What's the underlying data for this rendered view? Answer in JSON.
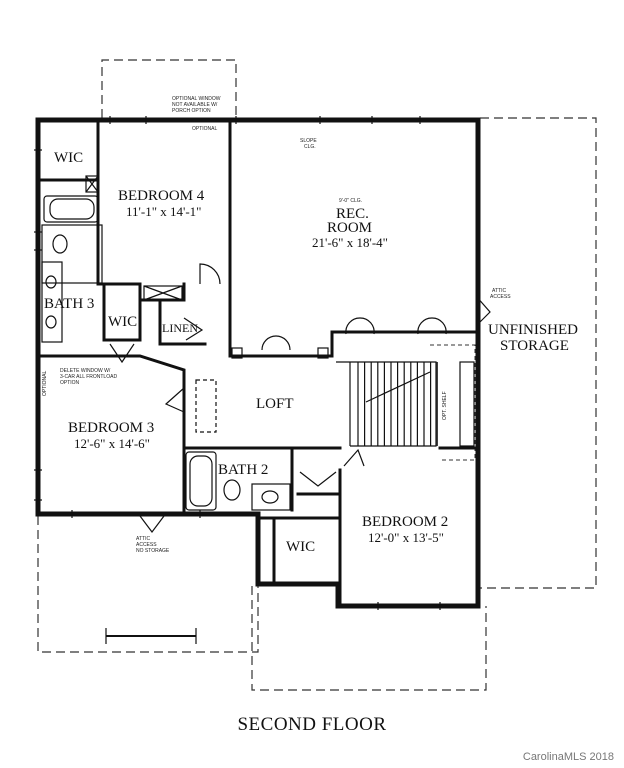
{
  "floor_title": "SECOND FLOOR",
  "watermark": "CarolinaMLS 2018",
  "rooms": {
    "bedroom4": {
      "name": "BEDROOM 4",
      "dims": "11'-1\" x 14'-1\""
    },
    "rec_room": {
      "name_line1": "REC.",
      "name_line2": "ROOM",
      "dims": "21'-6\" x 18'-4\"",
      "ceiling": "9'-0\" CLG."
    },
    "bath3": {
      "name": "BATH 3"
    },
    "wic_top": {
      "name": "WIC"
    },
    "wic_mid": {
      "name": "WIC"
    },
    "linen": {
      "name": "LINEN"
    },
    "loft": {
      "name": "LOFT"
    },
    "unfinished": {
      "name_line1": "UNFINISHED",
      "name_line2": "STORAGE"
    },
    "bedroom3": {
      "name": "BEDROOM 3",
      "dims": "12'-6\" x 14'-6\""
    },
    "bath2": {
      "name": "BATH 2"
    },
    "bedroom2": {
      "name": "BEDROOM 2",
      "dims": "12'-0\" x 13'-5\""
    },
    "wic_bottom": {
      "name": "WIC"
    }
  },
  "notes": {
    "optional_window_1": "OPTIONAL WINDOW",
    "optional_window_2": "NOT AVAILABLE W/",
    "optional_window_3": "PORCH OPTION",
    "optional": "OPTIONAL",
    "slope": "SLOPE",
    "slope2": "CLG.",
    "attic_access_right_1": "ATTIC",
    "attic_access_right_2": "ACCESS",
    "delete_window_1": "DELETE WINDOW W/",
    "delete_window_2": "3-CAR ALL FRONTLOAD",
    "delete_window_3": "OPTION",
    "optional_left": "OPTIONAL",
    "attic_access_bottom_1": "ATTIC",
    "attic_access_bottom_2": "ACCESS",
    "attic_access_bottom_3": "NO STORAGE",
    "opt_shelf": "OPT. SHELF"
  }
}
